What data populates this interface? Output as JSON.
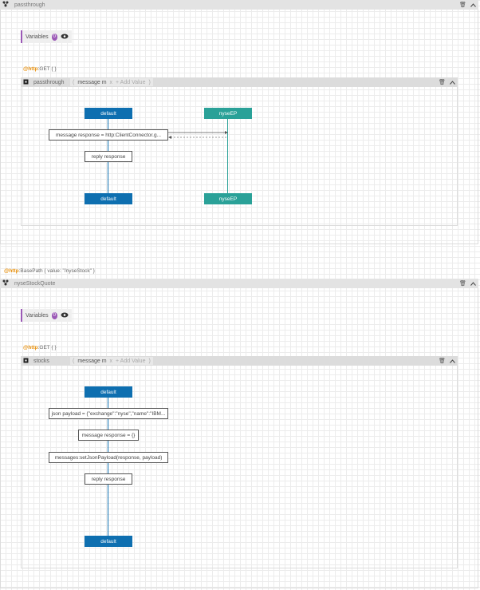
{
  "service1": {
    "title": "passthrough",
    "variables_label": "Variables",
    "variables_count": "0",
    "resource": {
      "annotation_at": "@http",
      "annotation_text": ":GET {    }",
      "name": "passthrough",
      "param": "message m",
      "param_close": "x",
      "add_value": "+ Add Value",
      "default_start": "default",
      "default_end": "default",
      "endpoint_start": "nyseEP",
      "endpoint_end": "nyseEP",
      "statements": [
        "message response = http:ClientConnector.g...",
        "reply response"
      ]
    }
  },
  "service2": {
    "annotation_at": "@http",
    "annotation_text": ":BasePath {   value: \"/nyseStock\"  }",
    "title": "nyseStockQuote",
    "variables_label": "Variables",
    "variables_count": "0",
    "resource": {
      "annotation_at": "@http",
      "annotation_text": ":GET {    }",
      "name": "stocks",
      "param": "message m",
      "param_close": "x",
      "add_value": "+ Add Value",
      "default_start": "default",
      "default_end": "default",
      "statements": [
        "json payload = {\"exchange\":\"nyse\",\"name\":\"IBM...",
        "message response = {}",
        "messages:setJsonPayload(response, payload)",
        "reply response"
      ]
    }
  }
}
